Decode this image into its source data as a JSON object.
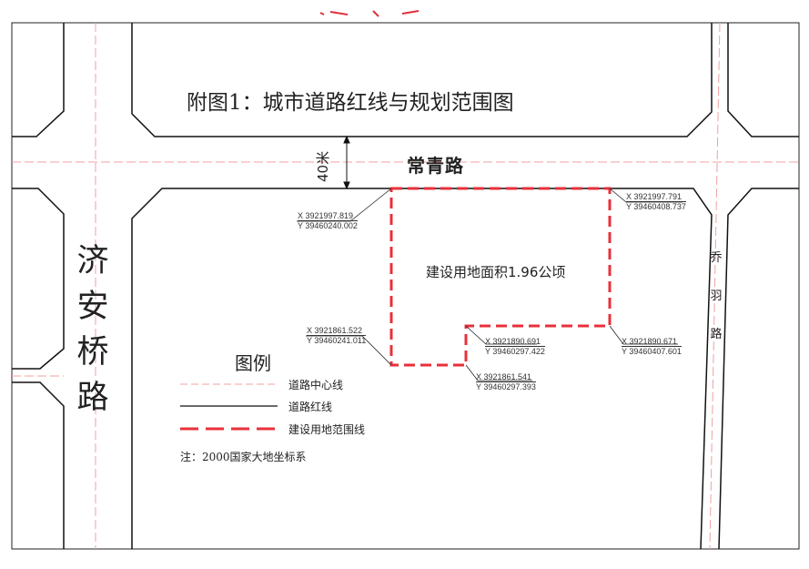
{
  "title": "附图1：城市道路红线与规划范围图",
  "roads": {
    "north": "常青路",
    "west": "济安桥路",
    "east": "乔羽路",
    "north_width": "40米"
  },
  "site": {
    "area_label": "建设用地面积1.96公顷"
  },
  "coordinates": [
    {
      "x": "X 3921997.819",
      "y": "Y 39460240.002"
    },
    {
      "x": "X 3921997.791",
      "y": "Y 39460408.737"
    },
    {
      "x": "X 3921861.522",
      "y": "Y 39460241.011"
    },
    {
      "x": "X 3921890.691",
      "y": "Y 39460297.422"
    },
    {
      "x": "X 3921890.671",
      "y": "Y 39460407.601"
    },
    {
      "x": "X 3921861.541",
      "y": "Y 39460297.393"
    }
  ],
  "legend": {
    "title": "图例",
    "items": [
      {
        "label": "道路中心线"
      },
      {
        "label": "道路红线"
      },
      {
        "label": "建设用地范围线"
      }
    ],
    "note": "注：2000国家大地坐标系"
  },
  "colors": {
    "red_line": "#e8303a",
    "center_line": "#f0a0a0",
    "road_line": "#111111"
  }
}
